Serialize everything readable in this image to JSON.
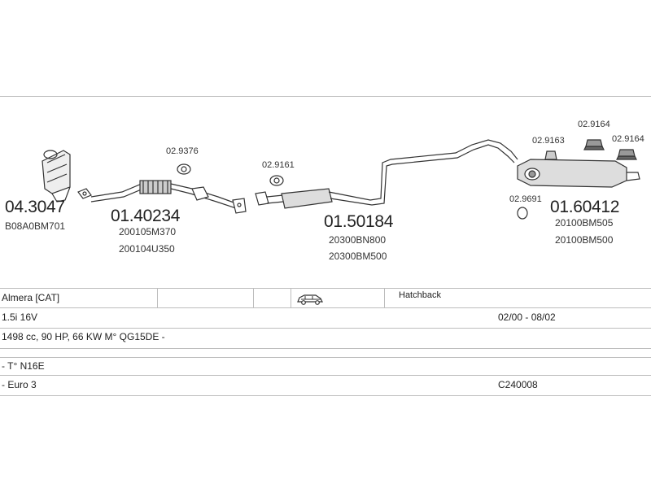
{
  "parts": {
    "p_043047": {
      "number": "04.3047",
      "codes": [
        "B08A0BM701"
      ]
    },
    "p_0140234": {
      "number": "01.40234",
      "codes": [
        "200105M370",
        "200104U350"
      ]
    },
    "p_029376": {
      "number": "02.9376"
    },
    "p_029161": {
      "number": "02.9161"
    },
    "p_0150184": {
      "number": "01.50184",
      "codes": [
        "20300BN800",
        "20300BM500"
      ]
    },
    "p_029163": {
      "number": "02.9163"
    },
    "p_029164a": {
      "number": "02.9164"
    },
    "p_029164b": {
      "number": "02.9164"
    },
    "p_029691": {
      "number": "02.9691"
    },
    "p_0160412": {
      "number": "01.60412",
      "codes": [
        "20100BM505",
        "20100BM500"
      ]
    }
  },
  "vehicle": {
    "model": "Almera  [CAT]",
    "body_type": "Hatchback",
    "engine": "1.5i 16V",
    "years": "02/00 - 08/02",
    "specs": "1498 cc, 90 HP, 66 KW  M° QG15DE -",
    "type_code": "- T° N16E",
    "emission": "- Euro 3",
    "ref": "C240008"
  },
  "icons": {
    "car": "car-icon"
  }
}
